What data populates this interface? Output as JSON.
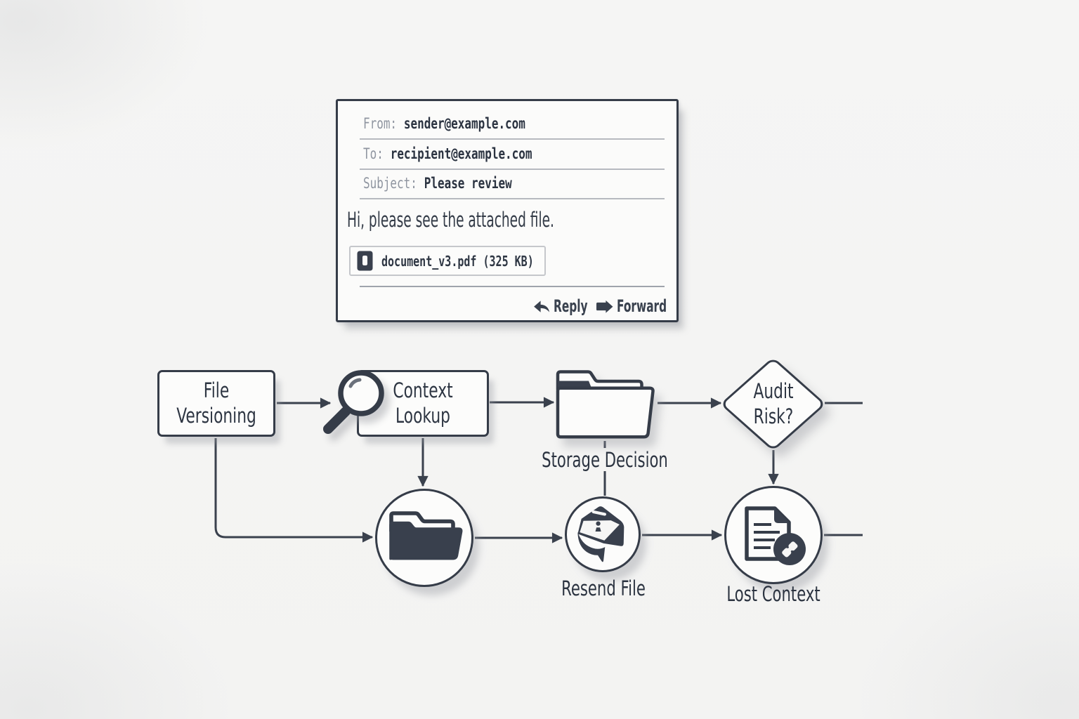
{
  "email": {
    "from_label": "From:",
    "from_value": "sender@example.com",
    "to_label": "To:",
    "to_value": "recipient@example.com",
    "subject_label": "Subject:",
    "subject_value": "Please review",
    "body": "Hi, please see the attached file.",
    "attachment": {
      "label": "document_v3.pdf (325 KB)"
    },
    "actions": {
      "reply": "Reply",
      "forward": "Forward"
    }
  },
  "flowchart": {
    "nodes": {
      "file_versioning": {
        "label": "File Versioning",
        "type": "process"
      },
      "context_lookup": {
        "label": "Context Lookup",
        "type": "process"
      },
      "storage_decision": {
        "label": "Storage Decision",
        "type": "folder"
      },
      "audit_risk": {
        "label": "Audit Risk?",
        "type": "decision"
      },
      "resend_file": {
        "label": "Resend File",
        "type": "circle"
      },
      "lost_context": {
        "label": "Lost Context",
        "type": "circle"
      }
    },
    "edges": [
      "file_versioning -> context_lookup",
      "context_lookup -> storage_decision",
      "storage_decision -> audit_risk",
      "audit_risk -> (right)",
      "context_lookup -> folder_circle",
      "file_versioning -> folder_circle",
      "folder_circle -> resend_file",
      "storage_decision -> resend_file",
      "resend_file -> lost_context",
      "audit_risk -> lost_context",
      "lost_context -> (right)"
    ]
  },
  "colors": {
    "background": "#f4f4f3",
    "ink": "#353c48",
    "line": "#3a414d",
    "text_dark": "#2d3542",
    "text_gray": "#8f95a0",
    "node_fill": "#fcfcfb"
  }
}
